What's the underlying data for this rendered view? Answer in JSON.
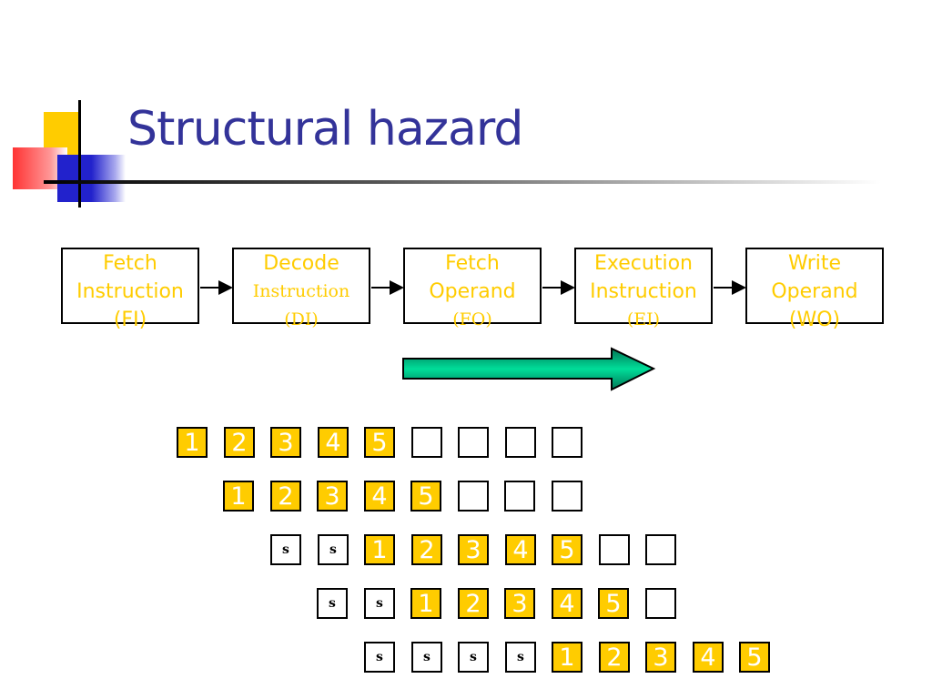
{
  "title": "Structural hazard",
  "stages": [
    {
      "lines": [
        "Fetch",
        "Instruction",
        "(FI)"
      ],
      "serif": [
        false,
        false,
        false
      ]
    },
    {
      "lines": [
        "Decode",
        "Instruction",
        "(DI)"
      ],
      "serif": [
        false,
        true,
        true
      ]
    },
    {
      "lines": [
        "Fetch",
        "Operand",
        "(FO)"
      ],
      "serif": [
        false,
        false,
        true
      ]
    },
    {
      "lines": [
        "Execution",
        "Instruction",
        "(EI)"
      ],
      "serif": [
        false,
        false,
        true
      ]
    },
    {
      "lines": [
        "Write",
        "Operand",
        "(WO)"
      ],
      "serif": [
        false,
        false,
        false
      ]
    }
  ],
  "pipeline_rows": [
    [
      "1",
      "2",
      "3",
      "4",
      "5",
      "",
      "",
      "",
      ""
    ],
    [
      "1",
      "2",
      "3",
      "4",
      "5",
      "",
      "",
      ""
    ],
    [
      "s",
      "s",
      "1",
      "2",
      "3",
      "4",
      "5",
      "",
      ""
    ],
    [
      "s",
      "s",
      "1",
      "2",
      "3",
      "4",
      "5",
      ""
    ],
    [
      "s",
      "s",
      "s",
      "s",
      "1",
      "2",
      "3",
      "4",
      "5"
    ]
  ],
  "colors": {
    "title": "#333399",
    "stage_text": "#ffcc00",
    "step_fill": "#ffcc00",
    "arrow_fill": "#00cc99"
  }
}
